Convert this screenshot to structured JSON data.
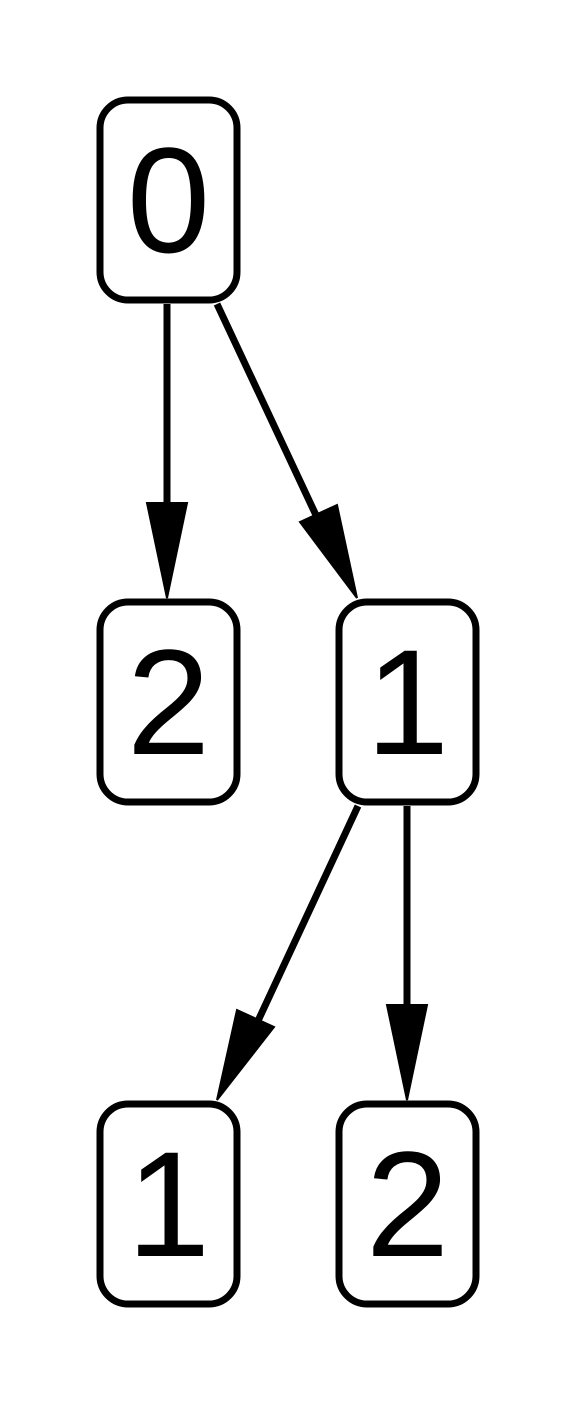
{
  "nodes": [
    {
      "id": "root",
      "label": "0"
    },
    {
      "id": "n-left",
      "label": "2"
    },
    {
      "id": "n-right",
      "label": "1"
    },
    {
      "id": "n-bottom-left",
      "label": "1"
    },
    {
      "id": "n-bottom-right",
      "label": "2"
    }
  ],
  "edges": [
    {
      "from": "root",
      "to": "n-left"
    },
    {
      "from": "root",
      "to": "n-right"
    },
    {
      "from": "n-right",
      "to": "n-bottom-left"
    },
    {
      "from": "n-right",
      "to": "n-bottom-right"
    }
  ]
}
